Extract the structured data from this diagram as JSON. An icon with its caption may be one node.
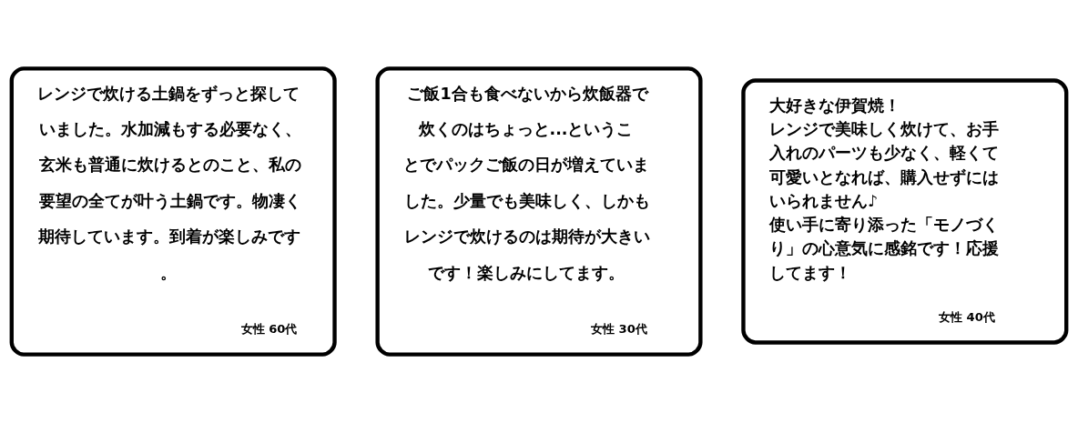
{
  "diagram": {
    "nodes": [
      {
        "text": [
          "レンジで炊ける土鍋をずっと探していました。水加減もする必要なく、玄米も普通に炊けるとのこと、私の要望の全てが叶う土鍋です。物凄く期待しています。到着が楽しみです。",
          "女性 60代"
        ]
      },
      {
        "text": [
          "ご飯1合も食べないから炊飯器で炊くのはちょっと...ということでパックご飯の日が増えていました。少量でも美味しく、しかもレンジで炊けるのは期待が大きいです！楽しみにしてます。",
          "女性 30代"
        ]
      },
      {
        "text": [
          "大好きな伊賀焼！",
          "レンジで美味しく炊けて、お手入れのパーツも少なく、軽くて可愛いとなれば、購入せずにはいられません♪",
          "使い手に寄り添った「モノづくり」の心意気に感銘です！応援してます！",
          "女性 40代"
        ]
      }
    ],
    "edges": []
  }
}
